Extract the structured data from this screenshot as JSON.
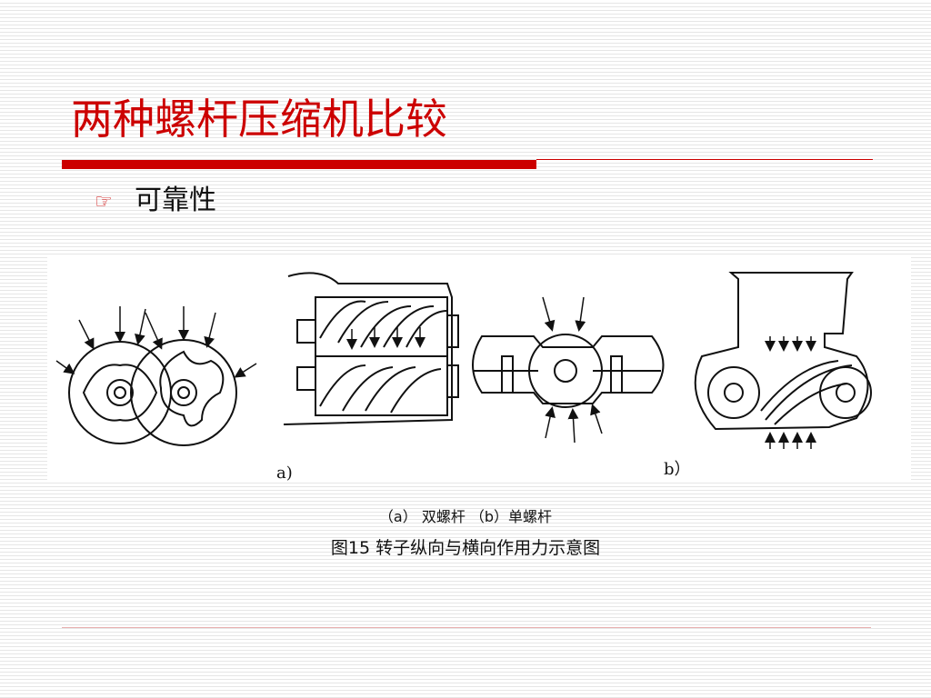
{
  "slide": {
    "title": "两种螺杆压缩机比较",
    "bullet_icon": "pointing-hand-icon",
    "bullet_glyph": "☞",
    "bullet_text": "可靠性",
    "accent_color": "#cc0000"
  },
  "figure": {
    "label_a": "a)",
    "label_b": "b）",
    "caption_parts": "（a） 双螺杆  （b）单螺杆",
    "caption_title": "图15  转子纵向与横向作用力示意图"
  }
}
